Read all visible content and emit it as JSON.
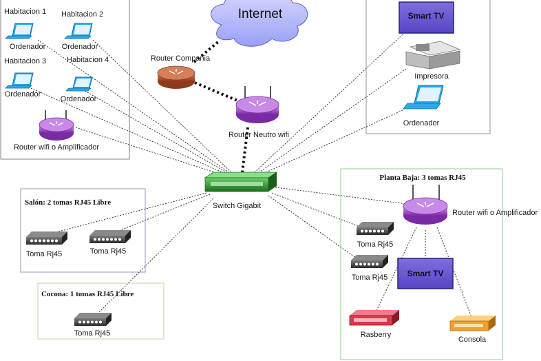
{
  "internet": "Internet",
  "router_compania": "Router Compania",
  "router_neutro": "Router Neutro wifi",
  "switch": "Switch Gigabit",
  "top_left": {
    "hab1": "Habitacion 1",
    "hab2": "Habitacion 2",
    "hab3": "Habitacion 3",
    "hab4": "Habitacion 4",
    "ordenador": "Ordenador",
    "router_wifi": "Router wifi o Amplificador"
  },
  "top_right": {
    "smart_tv": "Smart TV",
    "impresora": "Impresora",
    "ordenador": "Ordenador"
  },
  "salon": {
    "title": "Salón: 2 tomas RJ45 Libre",
    "toma": "Toma Rj45"
  },
  "cocina": {
    "title": "Cocona: 1 tomas RJ45 Libre",
    "toma": "Toma Rj45"
  },
  "planta_baja": {
    "title": "Planta Baja: 3 tomas RJ45",
    "router_wifi": "Router wifi o Amplificador",
    "toma": "Toma Rj45",
    "smart_tv": "Smart TV",
    "rasberry": "Rasberry",
    "consola": "Consola"
  },
  "colors": {
    "router_purple": "#9b4fc4",
    "router_brown": "#b5542f",
    "switch_green": "#2e8b2e",
    "tv_purple": "#6b5bd6",
    "laptop_cyan": "#2ba9e8",
    "rasberry_red": "#d63a4e",
    "consola_orange": "#f0a030",
    "cloud_blue": "#b9bdfa"
  }
}
